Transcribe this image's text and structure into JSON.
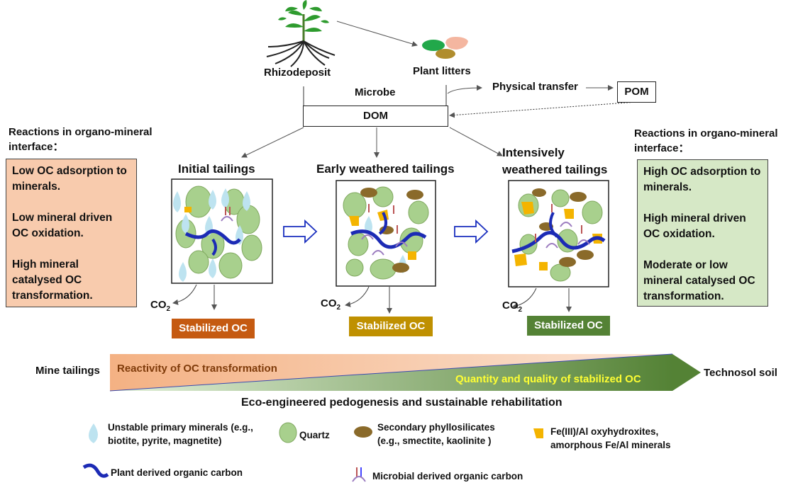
{
  "top": {
    "rhizodeposit": "Rhizodeposit",
    "plant_litters": "Plant litters",
    "microbe": "Microbe",
    "physical_transfer": "Physical transfer",
    "pom": "POM",
    "dom": "DOM"
  },
  "left_panel": {
    "heading_line1": "Reactions in organo-mineral",
    "heading_line2": "interface：",
    "items": [
      "Low OC adsorption to minerals.",
      "Low mineral driven OC oxidation.",
      "High mineral catalysed OC transformation."
    ],
    "bg_color": "#f8cbad"
  },
  "right_panel": {
    "heading_line1": "Reactions in organo-mineral",
    "heading_line2": "interface：",
    "items": [
      "High OC adsorption to minerals.",
      "High mineral driven OC oxidation.",
      "Moderate or low mineral catalysed OC transformation."
    ],
    "bg_color": "#d6e8c6"
  },
  "stages": [
    {
      "title": "Initial tailings",
      "co2_main": "CO",
      "co2_sub": "2",
      "stabilized": "Stabilized OC",
      "color": "#c55a11"
    },
    {
      "title": "Early weathered tailings",
      "co2_main": "CO",
      "co2_sub": "2",
      "stabilized": "Stabilized OC",
      "color": "#bf9000"
    },
    {
      "title_line1": "Intensively",
      "title_line2": "weathered tailings",
      "co2_main": "CO",
      "co2_sub": "2",
      "stabilized": "Stabilized OC",
      "color": "#548235"
    }
  ],
  "gradient": {
    "left_label": "Mine tailings",
    "right_label": "Technosol soil",
    "upper_text": "Reactivity of OC transformation",
    "lower_text": "Quantity and quality of stabilized OC",
    "caption": "Eco-engineered pedogenesis and sustainable rehabilitation"
  },
  "legend": {
    "unstable_line1": "Unstable primary minerals (e.g.,",
    "unstable_line2": "biotite, pyrite, magnetite)",
    "quartz": "Quartz",
    "secondary_line1": "Secondary phyllosilicates",
    "secondary_line2": "(e.g., smectite, kaolinite )",
    "fe_line1": "Fe(III)/Al oxyhydroxites,",
    "fe_line2": "amorphous Fe/Al minerals",
    "plant_oc": "Plant derived organic carbon",
    "microbial_oc": "Microbial derived organic carbon"
  }
}
